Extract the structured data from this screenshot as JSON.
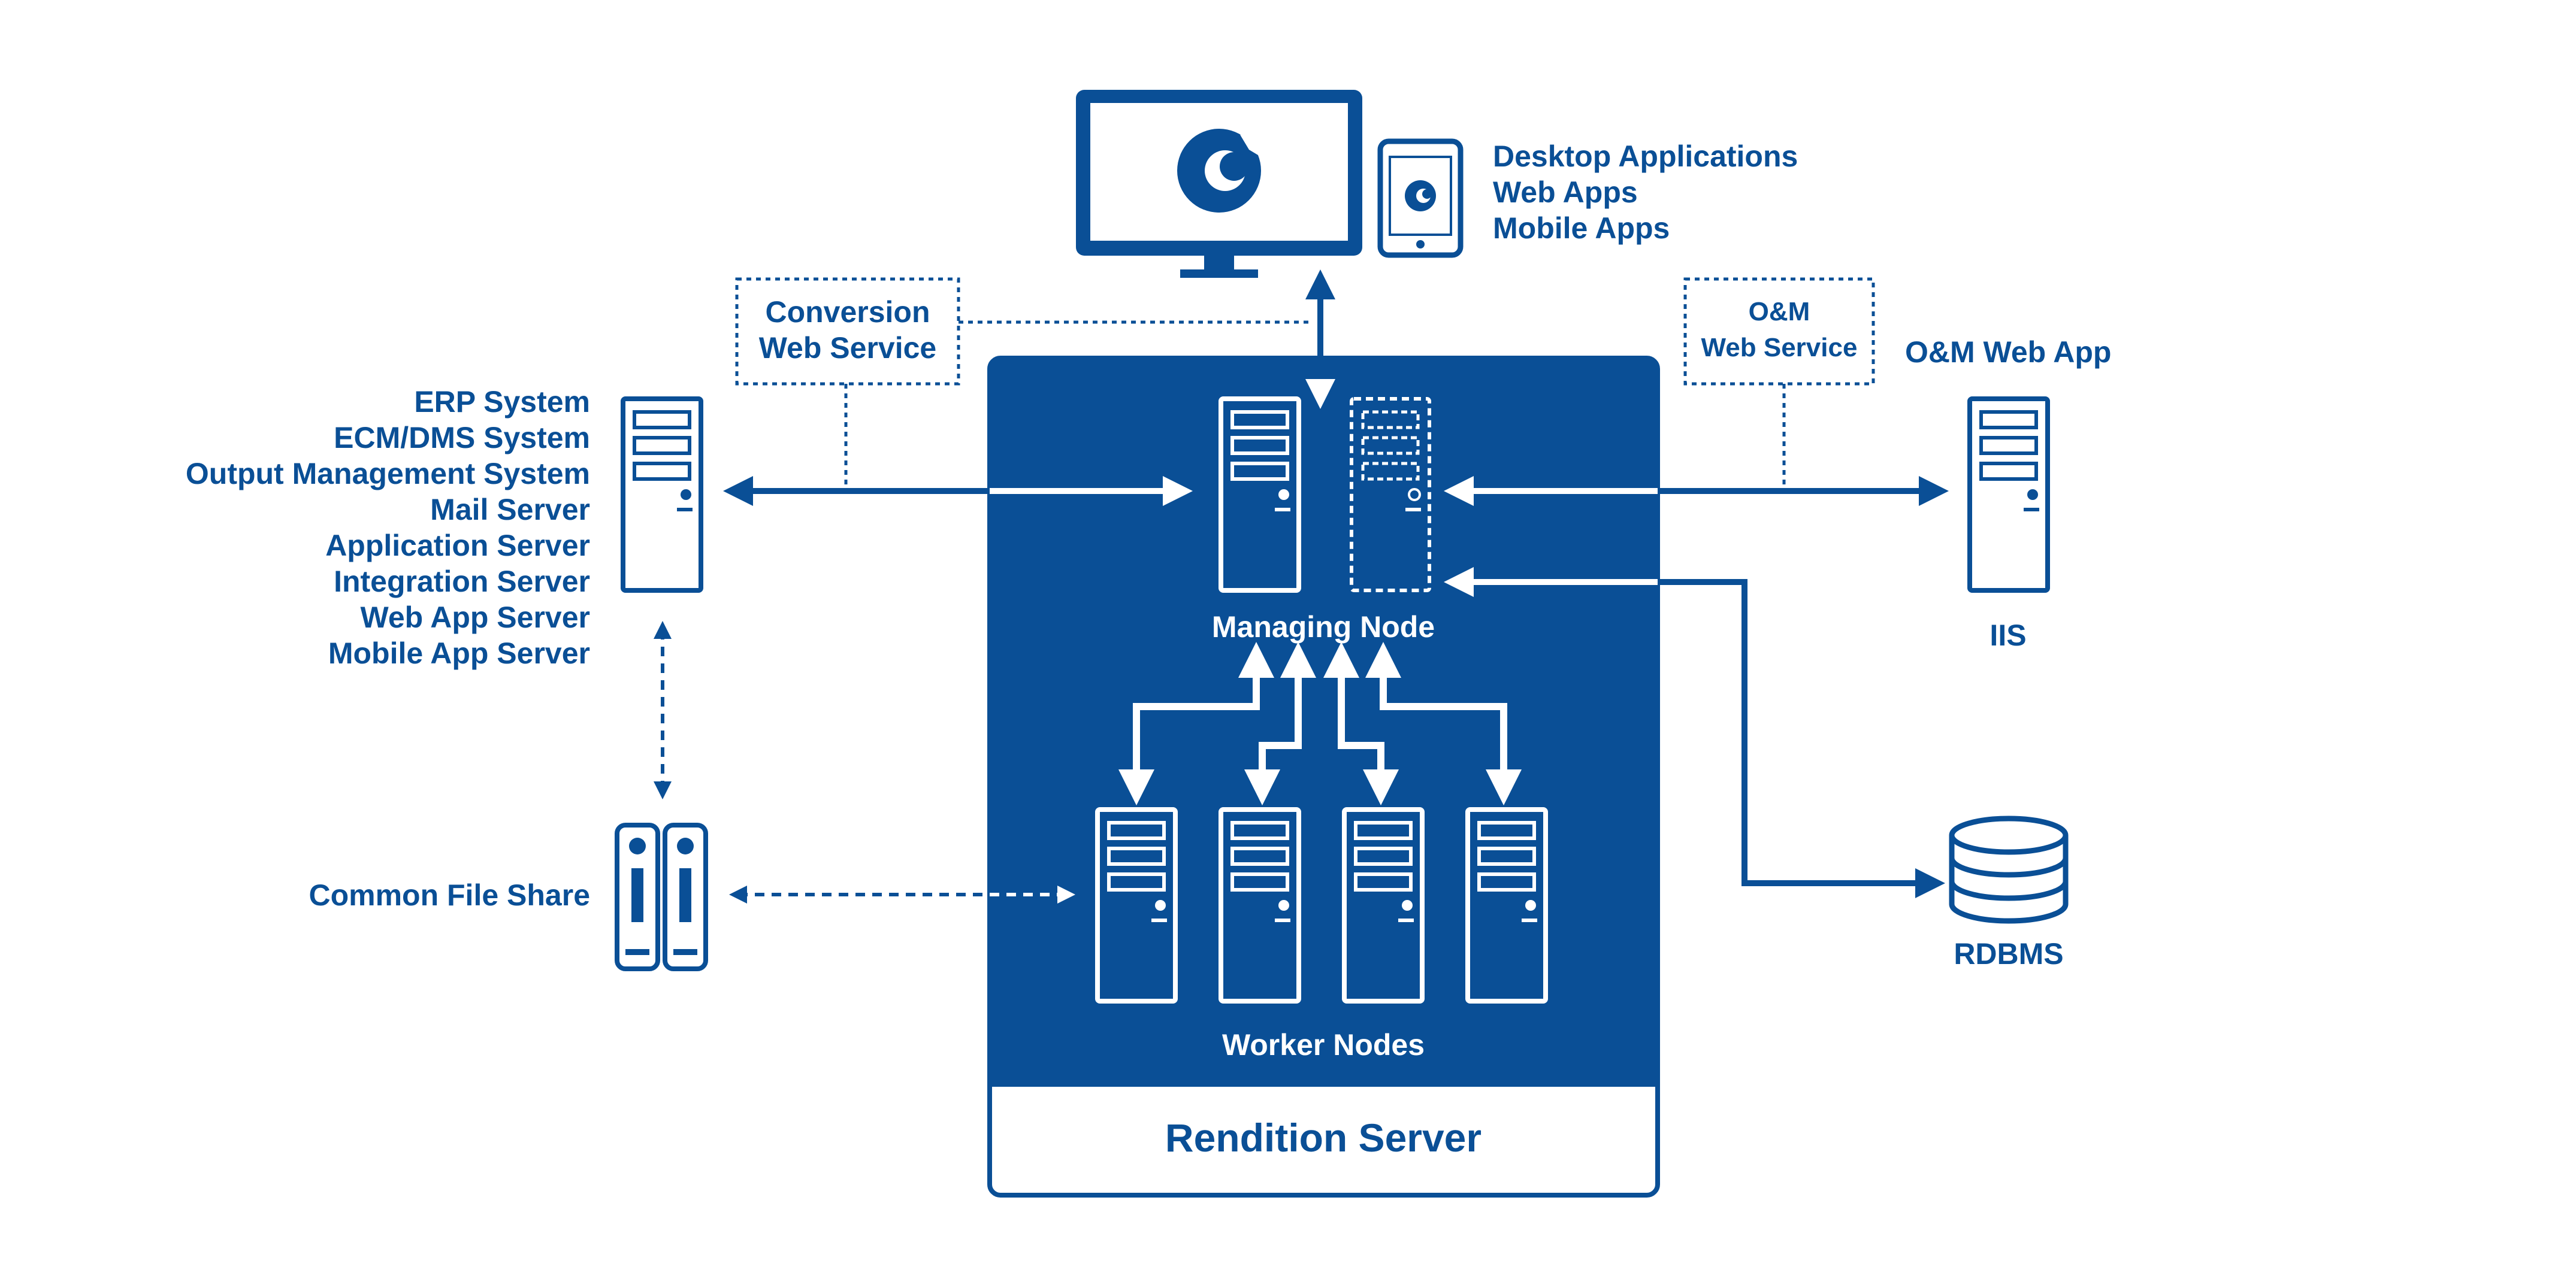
{
  "colors": {
    "primary": "#0a4f96",
    "background": "#ffffff"
  },
  "clients": {
    "lines": [
      "Desktop Applications",
      "Web Apps",
      "Mobile Apps"
    ],
    "monitor_icon": "monitor-icon",
    "tablet_icon": "tablet-icon",
    "logo_icon": "foxit-logo-icon"
  },
  "conversion_service": {
    "line1": "Conversion",
    "line2": "Web Service"
  },
  "om_service": {
    "line1": "O&M",
    "line2": "Web Service"
  },
  "om_web_app": {
    "label": "O&M Web App"
  },
  "left_systems": {
    "items": [
      "ERP System",
      "ECM/DMS System",
      "Output Management System",
      "Mail Server",
      "Application Server",
      "Integration Server",
      "Web App Server",
      "Mobile App Server"
    ]
  },
  "file_share": {
    "label": "Common File Share"
  },
  "iis": {
    "label": "IIS"
  },
  "rdbms": {
    "label": "RDBMS"
  },
  "rendition_server": {
    "title": "Rendition Server",
    "managing_node": "Managing Node",
    "worker_nodes": "Worker Nodes"
  }
}
